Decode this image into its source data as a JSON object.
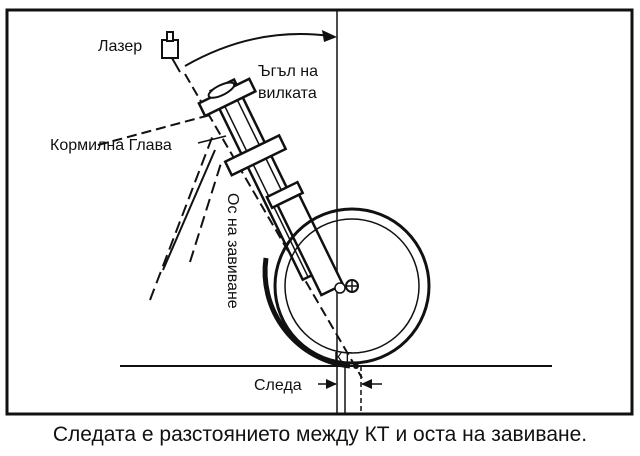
{
  "labels": {
    "laser": "Лазер",
    "fork_angle_line1": "Ъгъл на",
    "fork_angle_line2": "вилката",
    "steering_head": "Кормилна Глава",
    "steering_axis": "Ос на завиване",
    "contact_point": "КТ",
    "trail": "Следа"
  },
  "caption": "Следата е разстоянието между КТ и оста на завиване.",
  "colors": {
    "ink": "#111111",
    "background": "#ffffff"
  }
}
